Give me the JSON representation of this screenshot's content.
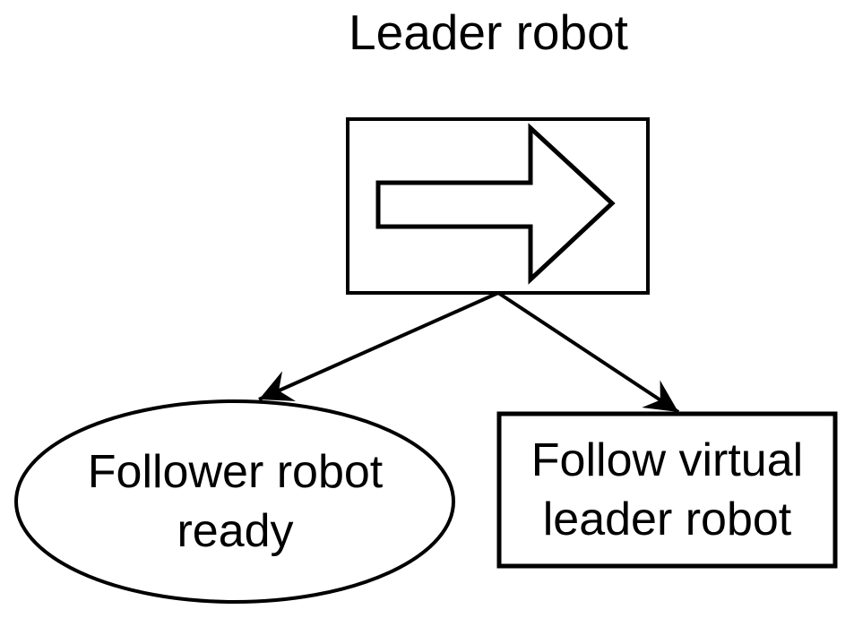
{
  "diagram": {
    "title": "Leader robot",
    "nodes": [
      {
        "id": "leader-action",
        "shape": "rectangle",
        "label": "",
        "icon": "right-arrow-icon"
      },
      {
        "id": "follower-ready",
        "shape": "ellipse",
        "label": "Follower robot ready"
      },
      {
        "id": "follow-virtual-leader",
        "shape": "rectangle",
        "label": "Follow virtual leader robot"
      }
    ],
    "edges": [
      {
        "from": "leader-action",
        "to": "follower-ready"
      },
      {
        "from": "leader-action",
        "to": "follow-virtual-leader"
      }
    ],
    "colors": {
      "stroke": "#000000",
      "fill": "#ffffff",
      "text": "#000000"
    }
  }
}
